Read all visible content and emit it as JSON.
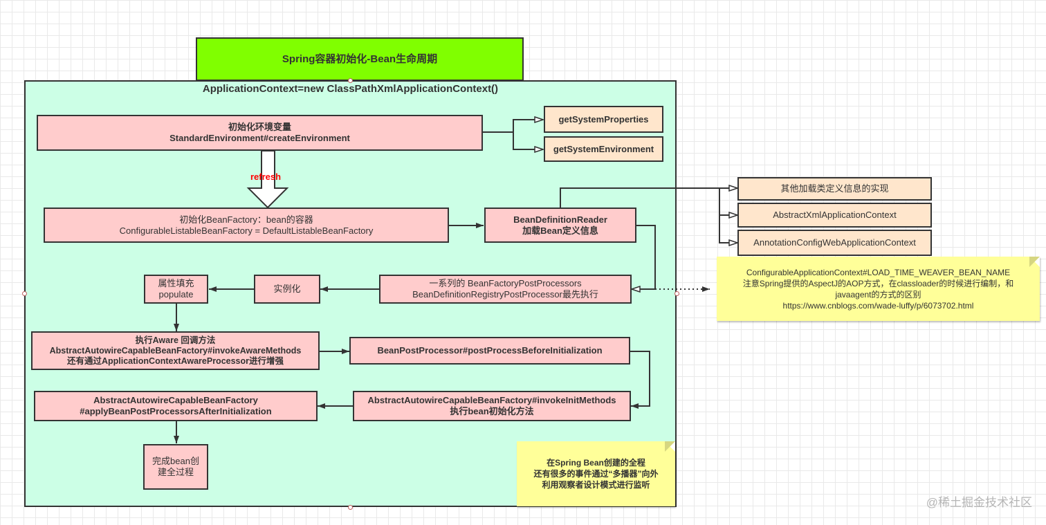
{
  "diagram": {
    "title": "Spring容器初始化-Bean生命周期",
    "container_title": "ApplicationContext=new ClassPathXmlApplicationContext()",
    "colors": {
      "title_fill": "#80ff00",
      "container_fill": "#ccffe6",
      "step_fill": "#ffcccc",
      "detail_fill": "#ffe6cc",
      "note_fill": "#ffff99",
      "edge_label": "#ff0000",
      "stroke": "#333333"
    },
    "nodes": {
      "env": {
        "lines": [
          "初始化环境变量",
          "StandardEnvironment#createEnvironment"
        ]
      },
      "sys_props": {
        "lines": [
          "getSystemProperties"
        ]
      },
      "sys_env": {
        "lines": [
          "getSystemEnvironment"
        ]
      },
      "bean_factory": {
        "lines": [
          "初始化BeanFactory：bean的容器",
          "ConfigurableListableBeanFactory = DefaultListableBeanFactory"
        ]
      },
      "reader": {
        "lines": [
          "BeanDefinitionReader",
          "加载Bean定义信息"
        ]
      },
      "impl_other": {
        "lines": [
          "其他加载类定义信息的实现"
        ]
      },
      "impl_xml": {
        "lines": [
          "AbstractXmlApplicationContext"
        ]
      },
      "impl_annotation": {
        "lines": [
          "AnnotationConfigWebApplicationContext"
        ]
      },
      "bfpp": {
        "lines": [
          "一系列的 BeanFactoryPostProcessors",
          "BeanDefinitionRegistryPostProcessor最先执行"
        ]
      },
      "instantiate": {
        "lines": [
          "实例化"
        ]
      },
      "populate": {
        "lines": [
          "属性填充",
          "populate"
        ]
      },
      "aware": {
        "lines": [
          "执行Aware 回调方法",
          "AbstractAutowireCapableBeanFactory#invokeAwareMethods",
          "还有通过ApplicationContextAwareProcessor进行增强"
        ]
      },
      "bpp_before": {
        "lines": [
          "BeanPostProcessor#postProcessBeforeInitialization"
        ]
      },
      "init_methods": {
        "lines": [
          "AbstractAutowireCapableBeanFactory#invokeInitMethods",
          "执行bean初始化方法"
        ]
      },
      "bpp_after": {
        "lines": [
          "AbstractAutowireCapableBeanFactory",
          "#applyBeanPostProcessorsAfterInitialization"
        ]
      },
      "done": {
        "lines": [
          "完成bean创",
          "建全过程"
        ]
      }
    },
    "edge_labels": {
      "refresh": "refresh"
    },
    "notes": {
      "weaver": {
        "lines": [
          "ConfigurableApplicationContext#LOAD_TIME_WEAVER_BEAN_NAME",
          "注意Spring提供的AspectJ的AOP方式，在classloader的时候进行编制，和",
          "javaagent的方式的区别",
          "https://www.cnblogs.com/wade-luffy/p/6073702.html"
        ]
      },
      "events": {
        "lines": [
          "在Spring Bean创建的全程",
          "还有很多的事件通过“多播器”向外",
          "利用观察者设计模式进行监听"
        ]
      }
    },
    "watermark": "@稀土掘金技术社区"
  }
}
